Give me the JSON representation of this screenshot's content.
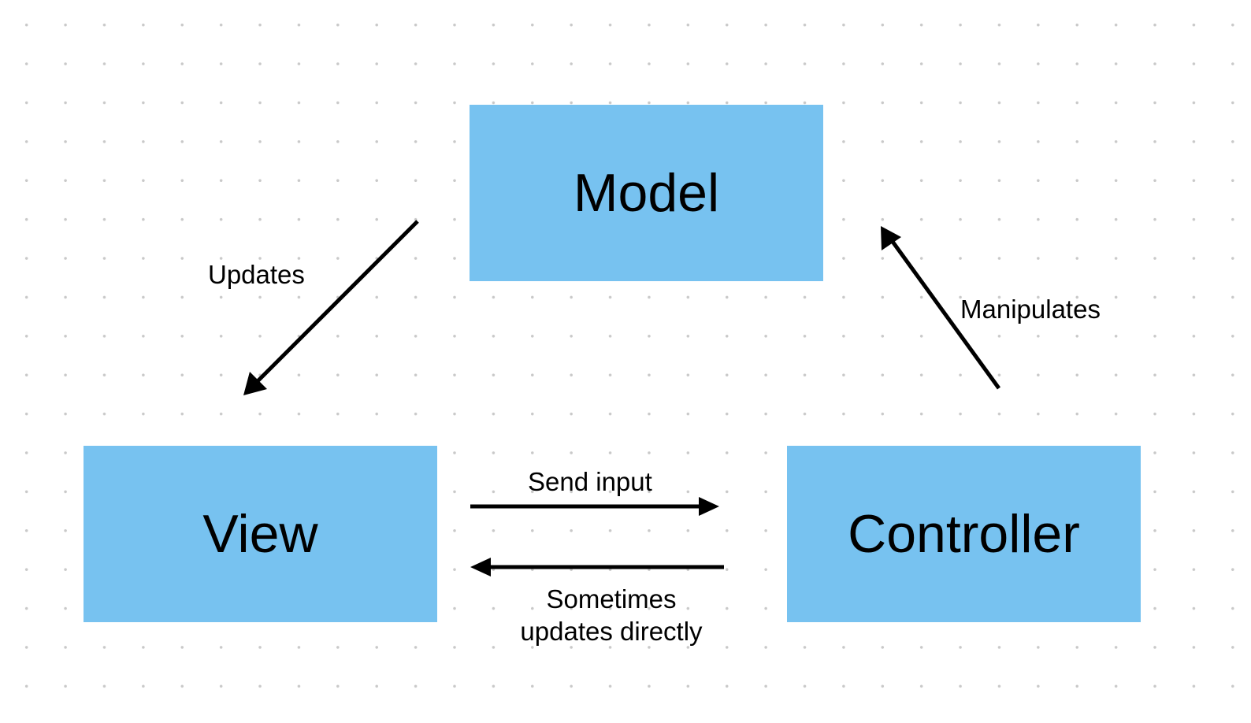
{
  "colors": {
    "node_fill": "#77c2f0",
    "arrow": "#000000",
    "text": "#000000",
    "grid_dot": "#c9c9c9",
    "background": "#ffffff"
  },
  "nodes": {
    "model": "Model",
    "view": "View",
    "controller": "Controller"
  },
  "edges": {
    "updates": "Updates",
    "manipulates": "Manipulates",
    "send_input": "Send input",
    "sometimes_line1": "Sometimes",
    "sometimes_line2": "updates directly"
  }
}
